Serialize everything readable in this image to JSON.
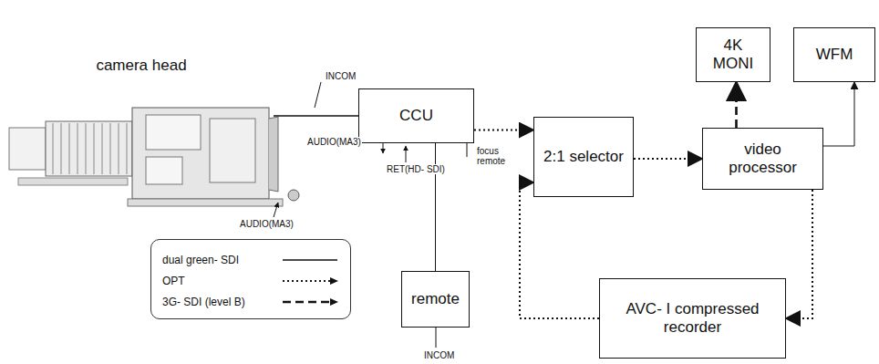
{
  "diagram": {
    "nodes": [
      {
        "text": [
          "camera head"
        ]
      },
      {
        "text": [
          "4K MONI"
        ]
      },
      {
        "text": [
          "WFM"
        ]
      },
      {
        "text": [
          "CCU"
        ]
      },
      {
        "text": [
          "2:1 selector"
        ]
      },
      {
        "text": [
          "video processor"
        ]
      },
      {
        "text": [
          "remote"
        ]
      },
      {
        "text": [
          "AVC- I compressed recorder"
        ]
      }
    ],
    "edges": [
      {
        "from": 0,
        "to": 3,
        "arrow": "none"
      },
      {
        "from": 3,
        "to": 6,
        "arrow": "none"
      },
      {
        "from": 3,
        "to": 4,
        "arrow": "to"
      },
      {
        "from": 4,
        "to": 5,
        "arrow": "to"
      },
      {
        "from": 5,
        "to": 1,
        "arrow": "to"
      },
      {
        "from": 5,
        "to": 2,
        "arrow": "to"
      },
      {
        "from": 5,
        "to": 7,
        "arrow": "to"
      },
      {
        "from": 7,
        "to": 4,
        "arrow": "to"
      }
    ],
    "labels": [
      "INCOM",
      "AUDIO(MA3)",
      "RET(HD- SDI)",
      "focus remote",
      "AUDIO(MA3)",
      "INCOM"
    ],
    "legend": [
      {
        "text": "dual green- SDI"
      },
      {
        "text": "OPT"
      },
      {
        "text": "3G- SDI (level B)"
      }
    ]
  }
}
